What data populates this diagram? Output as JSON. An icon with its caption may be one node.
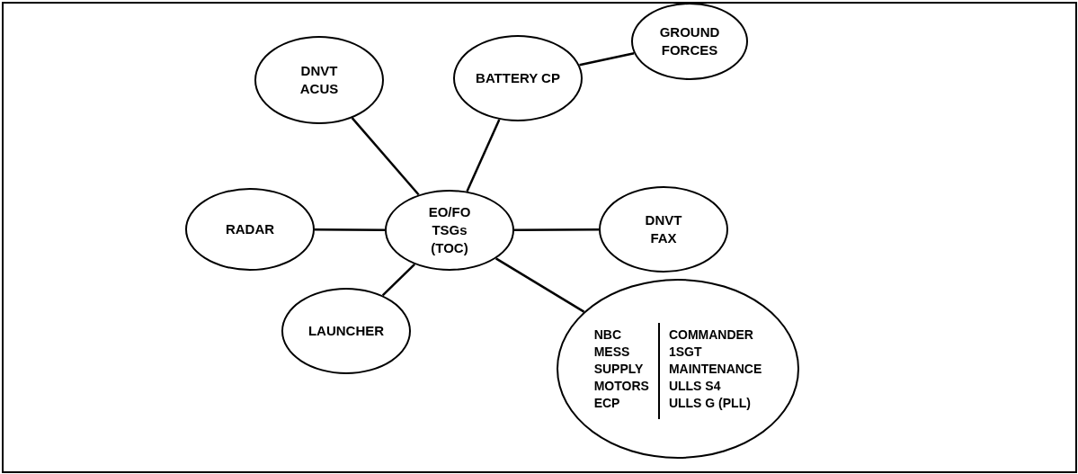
{
  "diagram": {
    "nodes": [
      {
        "text": [
          "EO/FO TSGs (TOC)"
        ]
      },
      {
        "text": [
          "DNVT ACUS"
        ]
      },
      {
        "text": [
          "BATTERY CP"
        ]
      },
      {
        "text": [
          "GROUND FORCES"
        ]
      },
      {
        "text": [
          "RADAR"
        ]
      },
      {
        "text": [
          "DNVT FAX"
        ]
      },
      {
        "text": [
          "LAUNCHER"
        ]
      },
      {
        "text": [
          "NBC",
          "MESS",
          "SUPPLY",
          "MOTORS",
          "ECP",
          "COMMANDER",
          "1SGT",
          "MAINTENANCE",
          "ULLS S4",
          "ULLS G (PLL)"
        ]
      }
    ],
    "edges": [
      {
        "from": 0,
        "to": 1,
        "arrow": "none"
      },
      {
        "from": 0,
        "to": 2,
        "arrow": "none"
      },
      {
        "from": 2,
        "to": 3,
        "arrow": "none"
      },
      {
        "from": 0,
        "to": 4,
        "arrow": "none"
      },
      {
        "from": 0,
        "to": 5,
        "arrow": "none"
      },
      {
        "from": 0,
        "to": 6,
        "arrow": "none"
      },
      {
        "from": 0,
        "to": 7,
        "arrow": "none"
      }
    ]
  }
}
